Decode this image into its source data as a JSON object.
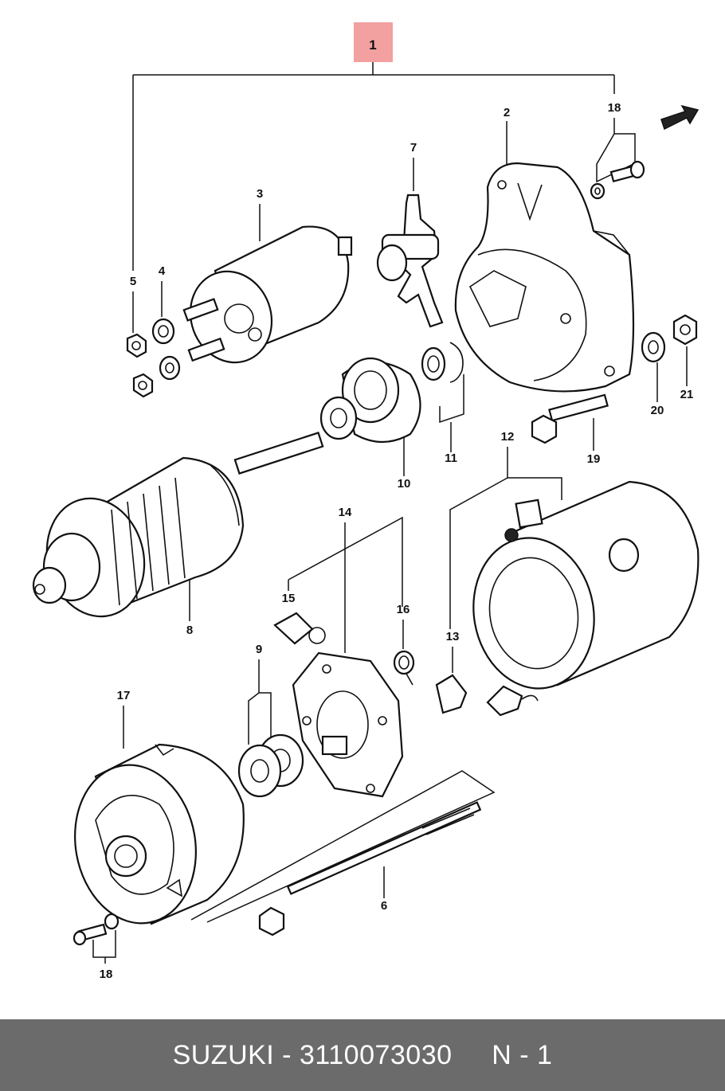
{
  "brand_color": "#f2a0a0",
  "footer_color": "#6b6b6b",
  "callouts": {
    "c1": "1",
    "c2": "2",
    "c3": "3",
    "c4": "4",
    "c5": "5",
    "c6": "6",
    "c7": "7",
    "c8": "8",
    "c9": "9",
    "c10": "10",
    "c11": "11",
    "c12": "12",
    "c13": "13",
    "c14": "14",
    "c15": "15",
    "c16": "16",
    "c17": "17",
    "c18a": "18",
    "c18b": "18",
    "c19": "19",
    "c20": "20",
    "c21": "21"
  },
  "footer": {
    "text": "SUZUKI - 3110073030     N - 1"
  }
}
